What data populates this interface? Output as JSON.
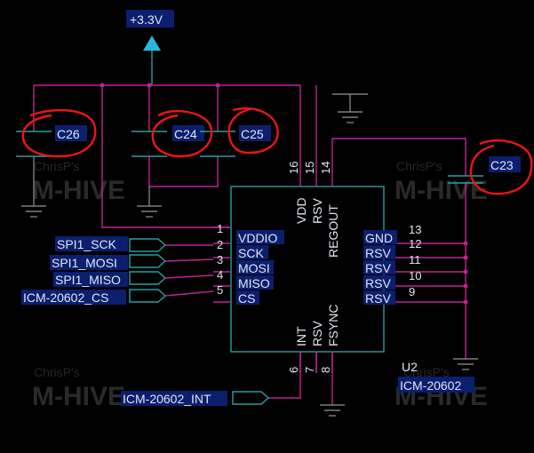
{
  "power": {
    "label": "+3.3V"
  },
  "capacitors": [
    {
      "id": "cap-c26",
      "label": "C26"
    },
    {
      "id": "cap-c24",
      "label": "C24"
    },
    {
      "id": "cap-c25",
      "label": "C25"
    },
    {
      "id": "cap-c23",
      "label": "C23"
    }
  ],
  "ic": {
    "ref": "U2",
    "value": "ICM-20602",
    "left_pins": [
      {
        "num": "1",
        "name": "VDDIO"
      },
      {
        "num": "2",
        "name": "SCK"
      },
      {
        "num": "3",
        "name": "MOSI"
      },
      {
        "num": "4",
        "name": "MISO"
      },
      {
        "num": "5",
        "name": "CS"
      }
    ],
    "right_pins": [
      {
        "num": "13",
        "name": "GND"
      },
      {
        "num": "12",
        "name": "RSV"
      },
      {
        "num": "11",
        "name": "RSV"
      },
      {
        "num": "10",
        "name": "RSV"
      },
      {
        "num": "9",
        "name": "RSV"
      }
    ],
    "top_pins": [
      {
        "num": "16",
        "name": "VDD"
      },
      {
        "num": "15",
        "name": "RSV"
      },
      {
        "num": "14",
        "name": "REGOUT"
      }
    ],
    "bottom_pins": [
      {
        "num": "6",
        "name": "INT"
      },
      {
        "num": "7",
        "name": "RSV"
      },
      {
        "num": "8",
        "name": "FSYNC"
      }
    ]
  },
  "net_labels": [
    {
      "id": "net-spi1-sck",
      "text": "SPI1_SCK"
    },
    {
      "id": "net-spi1-mosi",
      "text": "SPI1_MOSI"
    },
    {
      "id": "net-spi1-miso",
      "text": "SPI1_MISO"
    },
    {
      "id": "net-icm-cs",
      "text": "ICM-20602_CS"
    },
    {
      "id": "net-icm-int",
      "text": "ICM-20602_INT"
    }
  ],
  "watermark": {
    "line1": "ChrisP's",
    "line2": "M-HIVE"
  },
  "colors": {
    "wire": "#c0248f",
    "part": "#2a9ea0",
    "ground": "#7d7d7d",
    "label_highlight": "#0b1f6e",
    "annotation": "#ee1414"
  }
}
